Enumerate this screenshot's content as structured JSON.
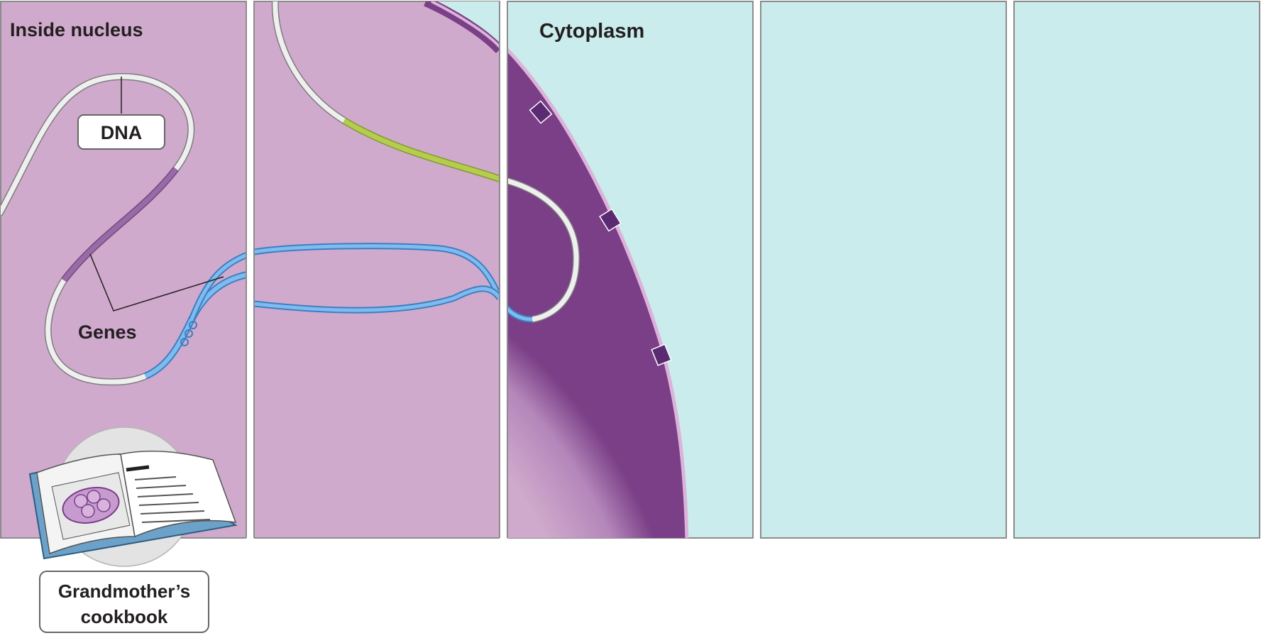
{
  "labels": {
    "inside_nucleus": "Inside nucleus",
    "cytoplasm": "Cytoplasm",
    "dna": "DNA",
    "genes": "Genes",
    "cookbook_line1": "Grandmother’s",
    "cookbook_line2": "cookbook"
  },
  "colors": {
    "nucleus": "#cfaacc",
    "cytoplasm": "#cbecec",
    "nuclear_envelope_shade": "#7a3f86",
    "envelope_rim": "#dcb3da",
    "pore": "#5a2a73",
    "dna_strand": "#eeeeee",
    "gene_purple": "#9a6aa8",
    "gene_green": "#b5cc4e",
    "rna_blue": "#6aaee6",
    "panel_border": "#8c8c8c"
  }
}
